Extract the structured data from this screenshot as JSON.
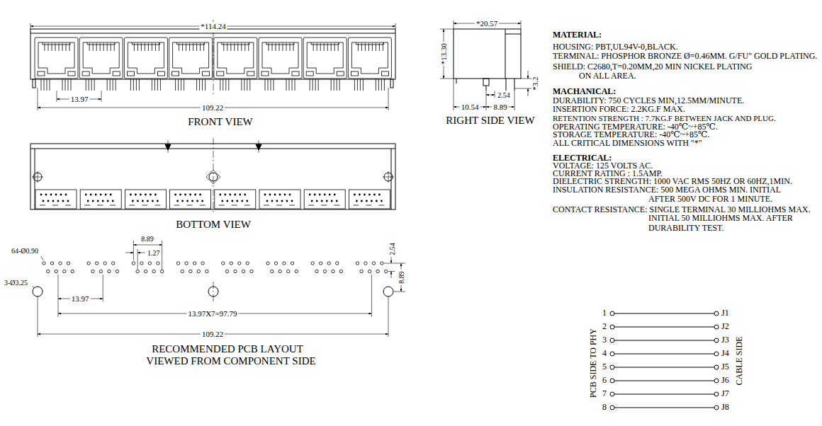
{
  "diagram": {
    "labels": [
      "*114.24",
      "13.97",
      "109.22",
      "FRONT VIEW",
      "*20.57",
      "*13.30",
      "*3.2",
      "2.54",
      "10.54",
      "8.89",
      "RIGHT SIDE VIEW",
      "BOTTOM VIEW",
      "64-Ø0.90",
      "3-Ø3.25",
      "8.89",
      "1.27",
      "2.54",
      "8.89",
      "13.97",
      "13.97X7=97.79",
      "109.22",
      "RECOMMENDED PCB LAYOUT",
      "VIEWED FROM COMPONENT SIDE",
      "MATERIAL:",
      "HOUSING: PBT,UL94V-0,BLACK.",
      "TERMINAL: PHOSPHOR BRONZE Ø=0.46MM. G/FU\" GOLD PLATING.",
      "SHIELD: C2680,T=0.20MM,20 MIN NICKEL PLATING",
      "ON ALL AREA.",
      "MACHANICAL:",
      "DURABILITY: 750 CYCLES MIN,12.5MM/MINUTE.",
      "INSERTION FORCE: 2.2KG.F MAX.",
      "RETENTION STRENGTH : 7.7KG.F BETWEEN JACK AND PLUG.",
      "OPERATING TEMPERATURE: -40℃~+85℃.",
      "STORAGE TEMPERATURE: -40℃~+85℃.",
      "ALL CRITICAL DIMENSIONS WITH \"*\"",
      "ELECTRICAL:",
      "VOLTAGE: 125 VOLTS AC.",
      "CURRENT RATING : 1.5AMP.",
      "DIELECTRIC STRENGTH: 1000 VAC RMS 50HZ OR 60HZ,1MIN.",
      "INSULATION RESISTANCE: 500 MEGA OHMS MIN. INITIAL",
      "AFTER 500V DC FOR 1 MINUTE.",
      "CONTACT RESISTANCE: SINGLE TERMINAL 30 MILLIOHMS MAX.",
      "INITIAL 50 MILLIOHMS MAX. AFTER",
      "DURABILITY TEST.",
      "1",
      "2",
      "3",
      "4",
      "5",
      "6",
      "7",
      "8",
      "J1",
      "J2",
      "J3",
      "J4",
      "J5",
      "J6",
      "J7",
      "J8",
      "PCB SIDE TO PHY",
      "CABLE SIDE"
    ]
  }
}
